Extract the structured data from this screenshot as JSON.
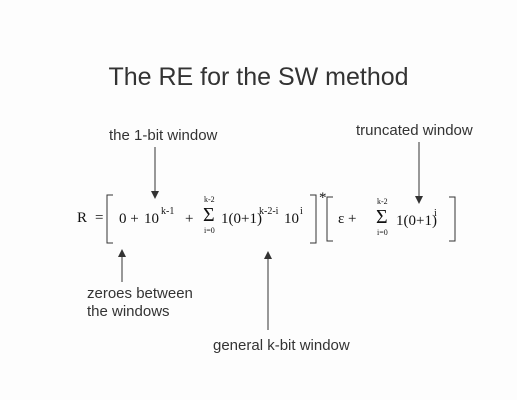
{
  "title": "The RE for the SW method",
  "annotations": {
    "one_bit_window": "the 1-bit window",
    "truncated_window": "truncated window",
    "zeroes_between_line1": "zeroes between",
    "zeroes_between_line2": "the windows",
    "general_window": "general k-bit window"
  },
  "formula": {
    "lhs": "R",
    "equals": "=",
    "zero_plus": "0 +",
    "ten": "10",
    "exp_k_minus_1": "k-1",
    "plus": "+",
    "sum_symbol": "Σ",
    "sum_upper": "k-2",
    "sum_lower": "i=0",
    "term_base": "1(0+1)",
    "term_exp": "k-2-i",
    "ten_i_base": "10",
    "ten_i_exp": "i",
    "star": "*",
    "epsilon_plus": "ε +",
    "sum2_upper": "k-2",
    "sum2_lower": "i=0",
    "term2_base": "1(0+1)",
    "term2_exp": "i"
  }
}
